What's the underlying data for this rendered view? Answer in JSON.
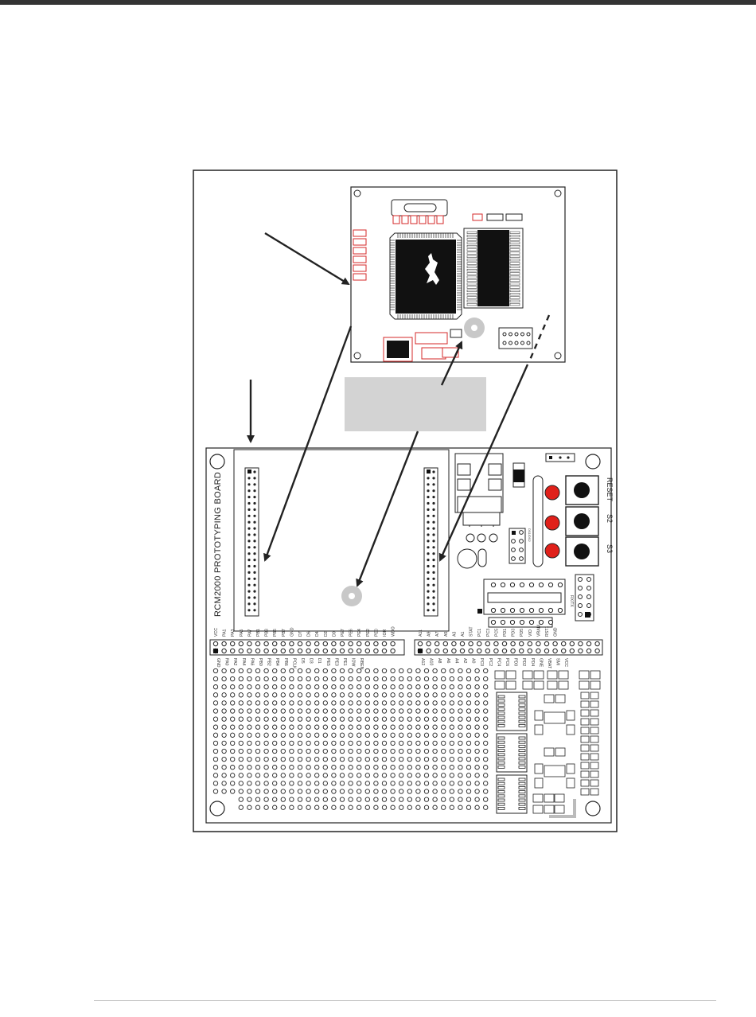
{
  "board": {
    "title": "RCM2000 PROTOTYPING BOARD",
    "buttons": [
      "RESET",
      "S2",
      "S3"
    ],
    "small_labels": [
      "DS1/DS2",
      "RX/TX"
    ],
    "header_top_left": [
      "VCC",
      "PA1",
      "PA3",
      "PA5",
      "PA7",
      "PB1",
      "PB3",
      "PB5",
      "PB7",
      "GND",
      "D7",
      "D6",
      "D4",
      "D2",
      "D0",
      "PE7",
      "PE6",
      "PE4",
      "PE2",
      "PE0",
      "IOR",
      "WDO"
    ],
    "header_bottom_left": [
      "GND",
      "PA0",
      "PA2",
      "PA4",
      "PA6",
      "PB0",
      "PB2",
      "PB4",
      "PB6",
      "PCLK",
      "D5",
      "D3",
      "D1",
      "PE5",
      "PE3",
      "PE1",
      "IOW",
      "RBEN"
    ],
    "header_top_right": [
      "A11",
      "A9",
      "A7",
      "A5",
      "A3",
      "A1",
      "STAT",
      "PC1",
      "PC3",
      "PC5",
      "PD1",
      "PD3",
      "PD5",
      "VIO",
      "VRAM",
      "RST1",
      "GND"
    ],
    "header_bottom_right": [
      "A12",
      "A10",
      "A8",
      "A6",
      "A4",
      "A2",
      "A0",
      "PC0",
      "PC2",
      "PC4",
      "PC6",
      "PD0",
      "PD2",
      "PD4",
      "GNE",
      "VBAT",
      "SMI",
      "VCC"
    ]
  },
  "colors": {
    "outline": "#222222",
    "label_box": "#d3d3d3",
    "led": "#e0201a",
    "pad_red": "#d42a2a",
    "chip": "#111111"
  }
}
